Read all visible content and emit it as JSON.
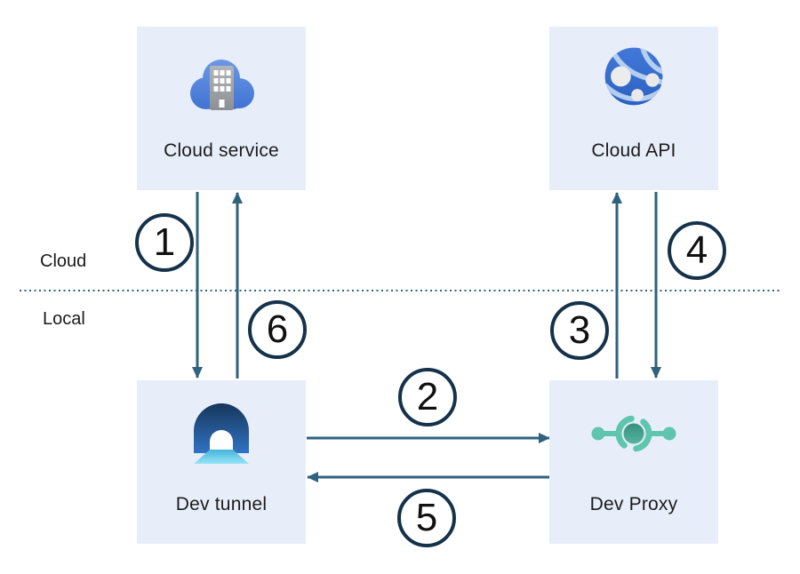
{
  "zones": {
    "cloud": "Cloud",
    "local": "Local"
  },
  "nodes": {
    "cloud_service": {
      "label": "Cloud service",
      "icon": "cloud-building-icon"
    },
    "cloud_api": {
      "label": "Cloud API",
      "icon": "globe-api-icon"
    },
    "dev_tunnel": {
      "label": "Dev tunnel",
      "icon": "tunnel-icon"
    },
    "dev_proxy": {
      "label": "Dev Proxy",
      "icon": "proxy-icon"
    }
  },
  "steps": [
    "1",
    "2",
    "3",
    "4",
    "5",
    "6"
  ],
  "colors": {
    "node_fill": "#e8eef9",
    "arrow": "#2e627f",
    "divider": "#2e627f",
    "step_circle_stroke": "#15324a",
    "cloud_blue_top": "#6f9ce8",
    "cloud_blue_bottom": "#3e70d1",
    "building_gray": "#9ea1a5",
    "globe_blue": "#3a73d4",
    "globe_band": "#bcd4f2",
    "tunnel_navy": "#16365a",
    "tunnel_blue": "#3173c4",
    "tunnel_floor_top": "#3aafd8",
    "tunnel_floor_bottom": "#96e4f6",
    "proxy_teal": "#5fc5ae",
    "proxy_core_dark": "#37907f",
    "proxy_core_light": "#54b4a0"
  }
}
